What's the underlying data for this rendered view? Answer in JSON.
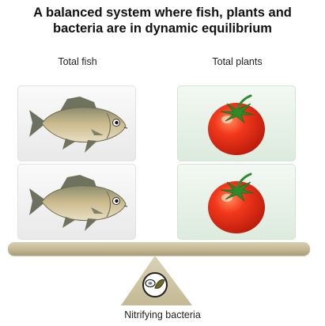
{
  "title": {
    "line1": "A balanced system where fish, plants and",
    "line2": "bacteria are in dynamic equilibrium"
  },
  "columns": {
    "fish_label": "Total fish",
    "plants_label": "Total plants"
  },
  "icons": {
    "fish": "fish-icon",
    "plant": "tomato-icon",
    "bacteria": "bacteria-icon"
  },
  "fulcrum_label": "Nitrifying bacteria"
}
